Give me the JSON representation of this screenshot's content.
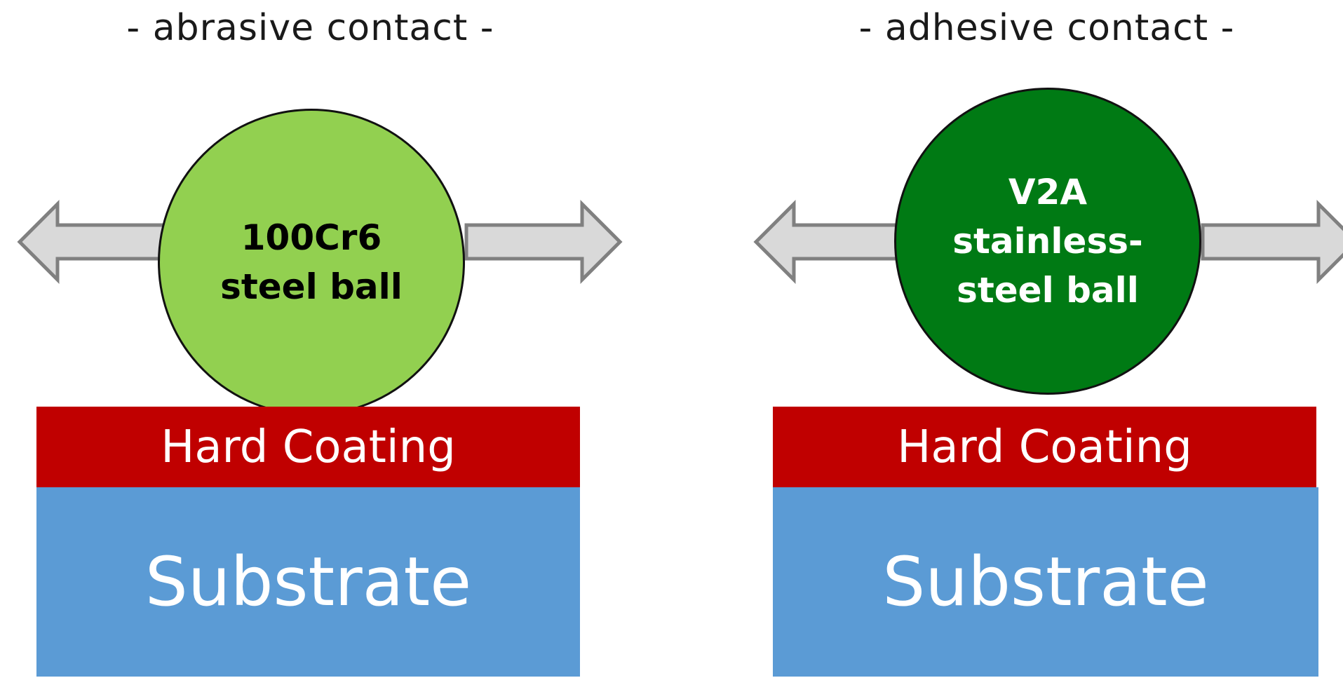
{
  "colors": {
    "abrasive_ball": "#92d050",
    "adhesive_ball": "#007a14",
    "coating": "#c00000",
    "substrate": "#5b9bd5",
    "arrow_fill": "#d9d9d9",
    "arrow_stroke": "#808080"
  },
  "panels": [
    {
      "title": "- abrasive contact -",
      "ball": {
        "lines": [
          "100Cr6",
          "steel ball"
        ],
        "text_color": "#000000"
      },
      "coating_label": "Hard Coating",
      "substrate_label": "Substrate"
    },
    {
      "title": "- adhesive contact -",
      "ball": {
        "lines": [
          "V2A",
          "stainless-",
          "steel ball"
        ],
        "text_color": "#ffffff"
      },
      "coating_label": "Hard Coating",
      "substrate_label": "Substrate"
    }
  ]
}
